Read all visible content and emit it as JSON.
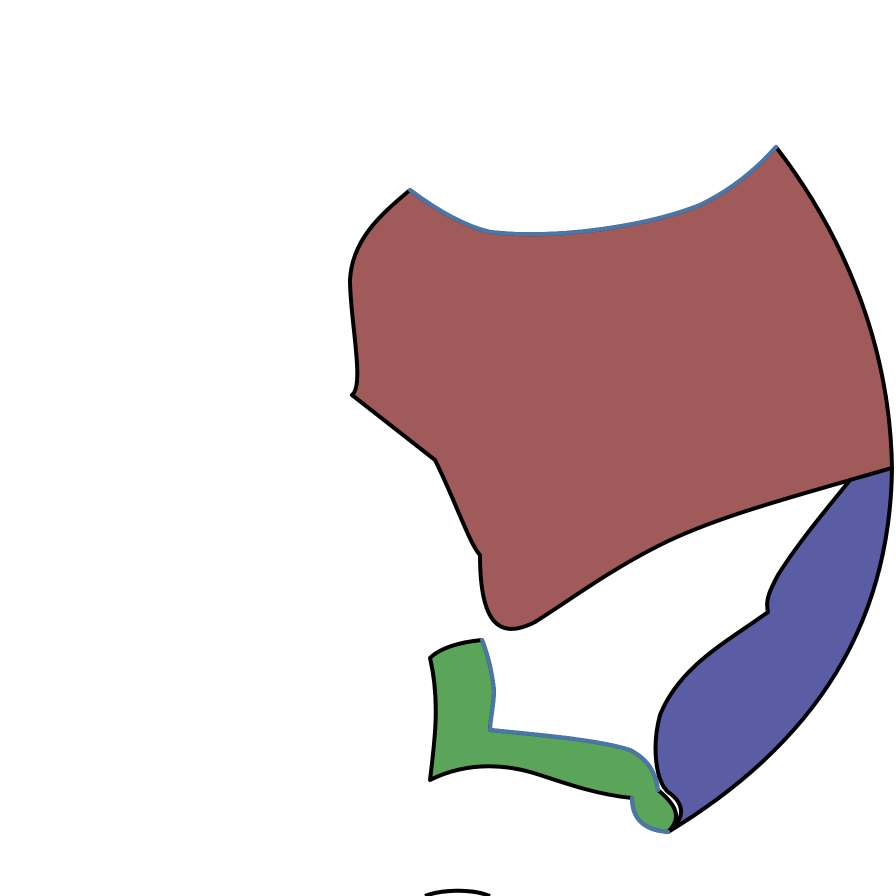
{
  "colors": {
    "background": "#ffffff",
    "region_red": "#a15a5a",
    "region_blue": "#5a5ca4",
    "region_green": "#5ba55a",
    "outline": "#000000",
    "border_highlight": "#4a77a8"
  },
  "regions": [
    {
      "id": "red-region",
      "fill_key": "region_red"
    },
    {
      "id": "blue-region",
      "fill_key": "region_blue"
    },
    {
      "id": "green-region",
      "fill_key": "region_green"
    }
  ]
}
